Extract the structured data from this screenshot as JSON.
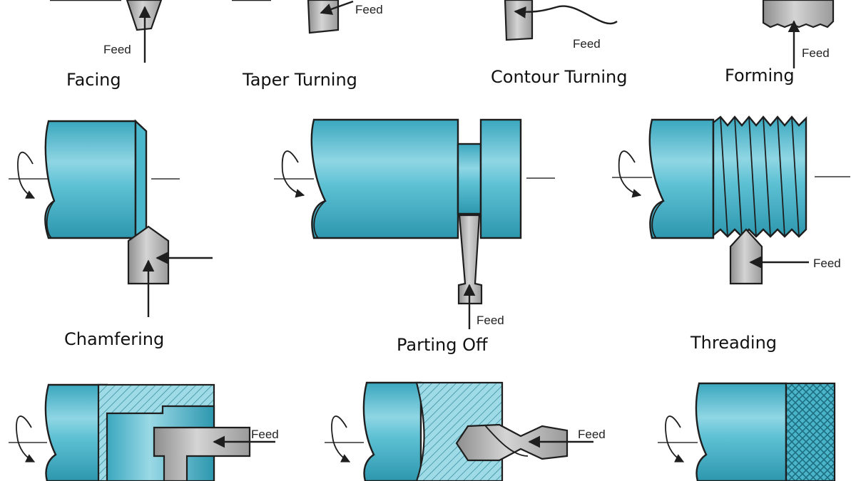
{
  "operations": {
    "facing": "Facing",
    "taper_turning": "Taper Turning",
    "contour_turning": "Contour Turning",
    "forming": "Forming",
    "chamfering": "Chamfering",
    "parting_off": "Parting Off",
    "threading": "Threading"
  },
  "feed_label": "Feed",
  "colors": {
    "workpiece": "#4bb7cc",
    "workpiece_highlight": "#b8e6ef",
    "tool": "#b5b5b5",
    "outline": "#1e1e1e"
  }
}
